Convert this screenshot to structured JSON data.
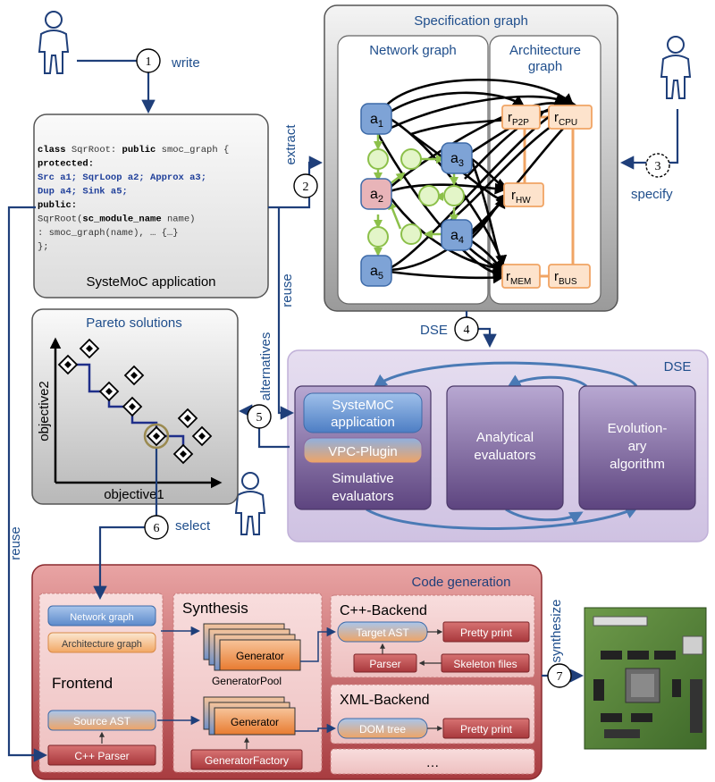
{
  "colors": {
    "navy": "#1f3f7a",
    "label_blue": "#1f4e8c",
    "node_blue": "#7ea3d6",
    "node_green": "#d6f0b4",
    "edge_green": "#8cc04a",
    "arch_orange": "#f0a464",
    "pink_node": "#e8b4b8",
    "dse_purple": "#b9a6d0",
    "codegen_red": "#b5474a",
    "app_gray": "#ececec"
  },
  "steps": [
    "1",
    "2",
    "3",
    "4",
    "5",
    "6",
    "7"
  ],
  "actions": {
    "write": "write",
    "extract": "extract",
    "specify": "specify",
    "dse": "DSE",
    "reuse_top": "reuse",
    "alternatives": "alternatives",
    "select": "select",
    "reuse_left": "reuse",
    "synthesize": "synthesize"
  },
  "app": {
    "title": "SysteMoC application",
    "code": [
      [
        {
          "t": "class ",
          "k": "kw"
        },
        {
          "t": "SqrRoot",
          "k": "p"
        },
        {
          "t": ": ",
          "k": "p"
        },
        {
          "t": "public ",
          "k": "kw"
        },
        {
          "t": "smoc_graph {",
          "k": "p"
        }
      ],
      [
        {
          "t": "protected:",
          "k": "kw"
        }
      ],
      [
        {
          "t": "  Src a1; SqrLoop a2; Approx a3;",
          "k": "blue"
        }
      ],
      [
        {
          "t": "  Dup a4; Sink a5;",
          "k": "blue"
        }
      ],
      [
        {
          "t": "public:",
          "k": "kw"
        }
      ],
      [
        {
          "t": "  SqrRoot(",
          "k": "p"
        },
        {
          "t": "sc_module_name",
          "k": "kw"
        },
        {
          "t": " name)",
          "k": "p"
        }
      ],
      [
        {
          "t": "  : smoc_graph(name), … {…}",
          "k": "p"
        }
      ],
      [
        {
          "t": "};",
          "k": "p"
        }
      ]
    ]
  },
  "spec": {
    "title": "Specification graph",
    "network_title": "Network graph",
    "architecture_title_1": "Architecture",
    "architecture_title_2": "graph",
    "actors": [
      {
        "base": "a",
        "sub": "1"
      },
      {
        "base": "a",
        "sub": "2"
      },
      {
        "base": "a",
        "sub": "3"
      },
      {
        "base": "a",
        "sub": "4"
      },
      {
        "base": "a",
        "sub": "5"
      }
    ],
    "resources": [
      {
        "base": "r",
        "sub": "P2P"
      },
      {
        "base": "r",
        "sub": "CPU"
      },
      {
        "base": "r",
        "sub": "HW"
      },
      {
        "base": "r",
        "sub": "MEM"
      },
      {
        "base": "r",
        "sub": "BUS"
      }
    ]
  },
  "pareto": {
    "title": "Pareto solutions",
    "xlabel": "objective1",
    "ylabel": "objective2"
  },
  "dse": {
    "title": "DSE",
    "sim_app": [
      "SysteMoC",
      "application"
    ],
    "vpc": "VPC-Plugin",
    "sim_label": [
      "Simulative",
      "evaluators"
    ],
    "analytical": [
      "Analytical",
      "evaluators"
    ],
    "evolutionary": [
      "Evolution-",
      "ary",
      "algorithm"
    ]
  },
  "codegen": {
    "title": "Code generation",
    "frontend": {
      "title": "Frontend",
      "network_graph": "Network graph",
      "architecture_graph": "Architecture graph",
      "source_ast": "Source AST",
      "cpp_parser": "C++ Parser"
    },
    "synthesis": {
      "title": "Synthesis",
      "generator": "Generator",
      "generator_pool": "GeneratorPool",
      "generator_factory": "GeneratorFactory"
    },
    "cpp_backend": {
      "title": "C++-Backend",
      "target_ast": "Target AST",
      "pretty_print": "Pretty print",
      "parser": "Parser",
      "skeleton_files": "Skeleton files"
    },
    "xml_backend": {
      "title": "XML-Backend",
      "dom_tree": "DOM tree",
      "pretty_print": "Pretty print"
    },
    "more": "…"
  }
}
